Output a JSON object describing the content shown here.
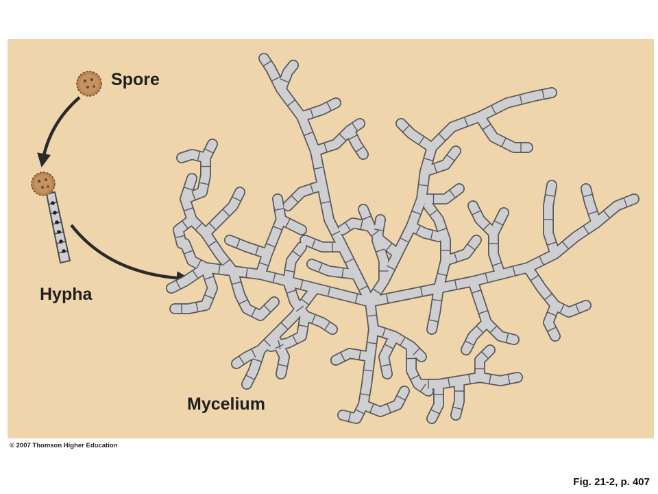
{
  "labels": {
    "spore": "Spore",
    "hypha": "Hypha",
    "mycelium": "Mycelium"
  },
  "footer": {
    "copyright": "© 2007 Thomson Higher Education",
    "figure_ref": "Fig. 21-2, p. 407"
  },
  "colors": {
    "background": "#eed5ab",
    "hypha_fill": "#cfcfd2",
    "hypha_outline": "#58585c",
    "spore": "#b98552",
    "arrow": "#2a2a2a"
  }
}
